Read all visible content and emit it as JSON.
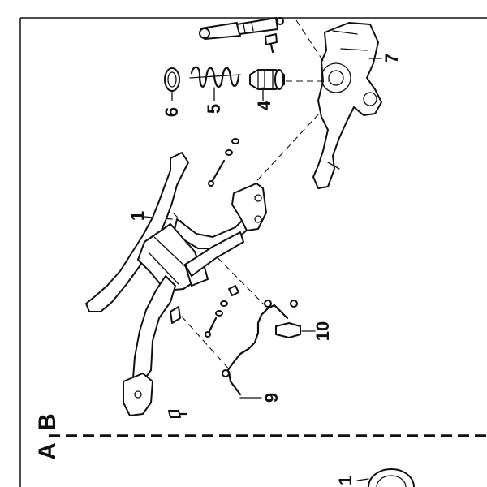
{
  "callouts": {
    "c1": "1",
    "c4": "4",
    "c5": "5",
    "c6": "6",
    "c7": "7",
    "c9": "9",
    "c10": "10",
    "c1_bottom": "1"
  },
  "section_labels": {
    "a": "A",
    "b": "B"
  }
}
